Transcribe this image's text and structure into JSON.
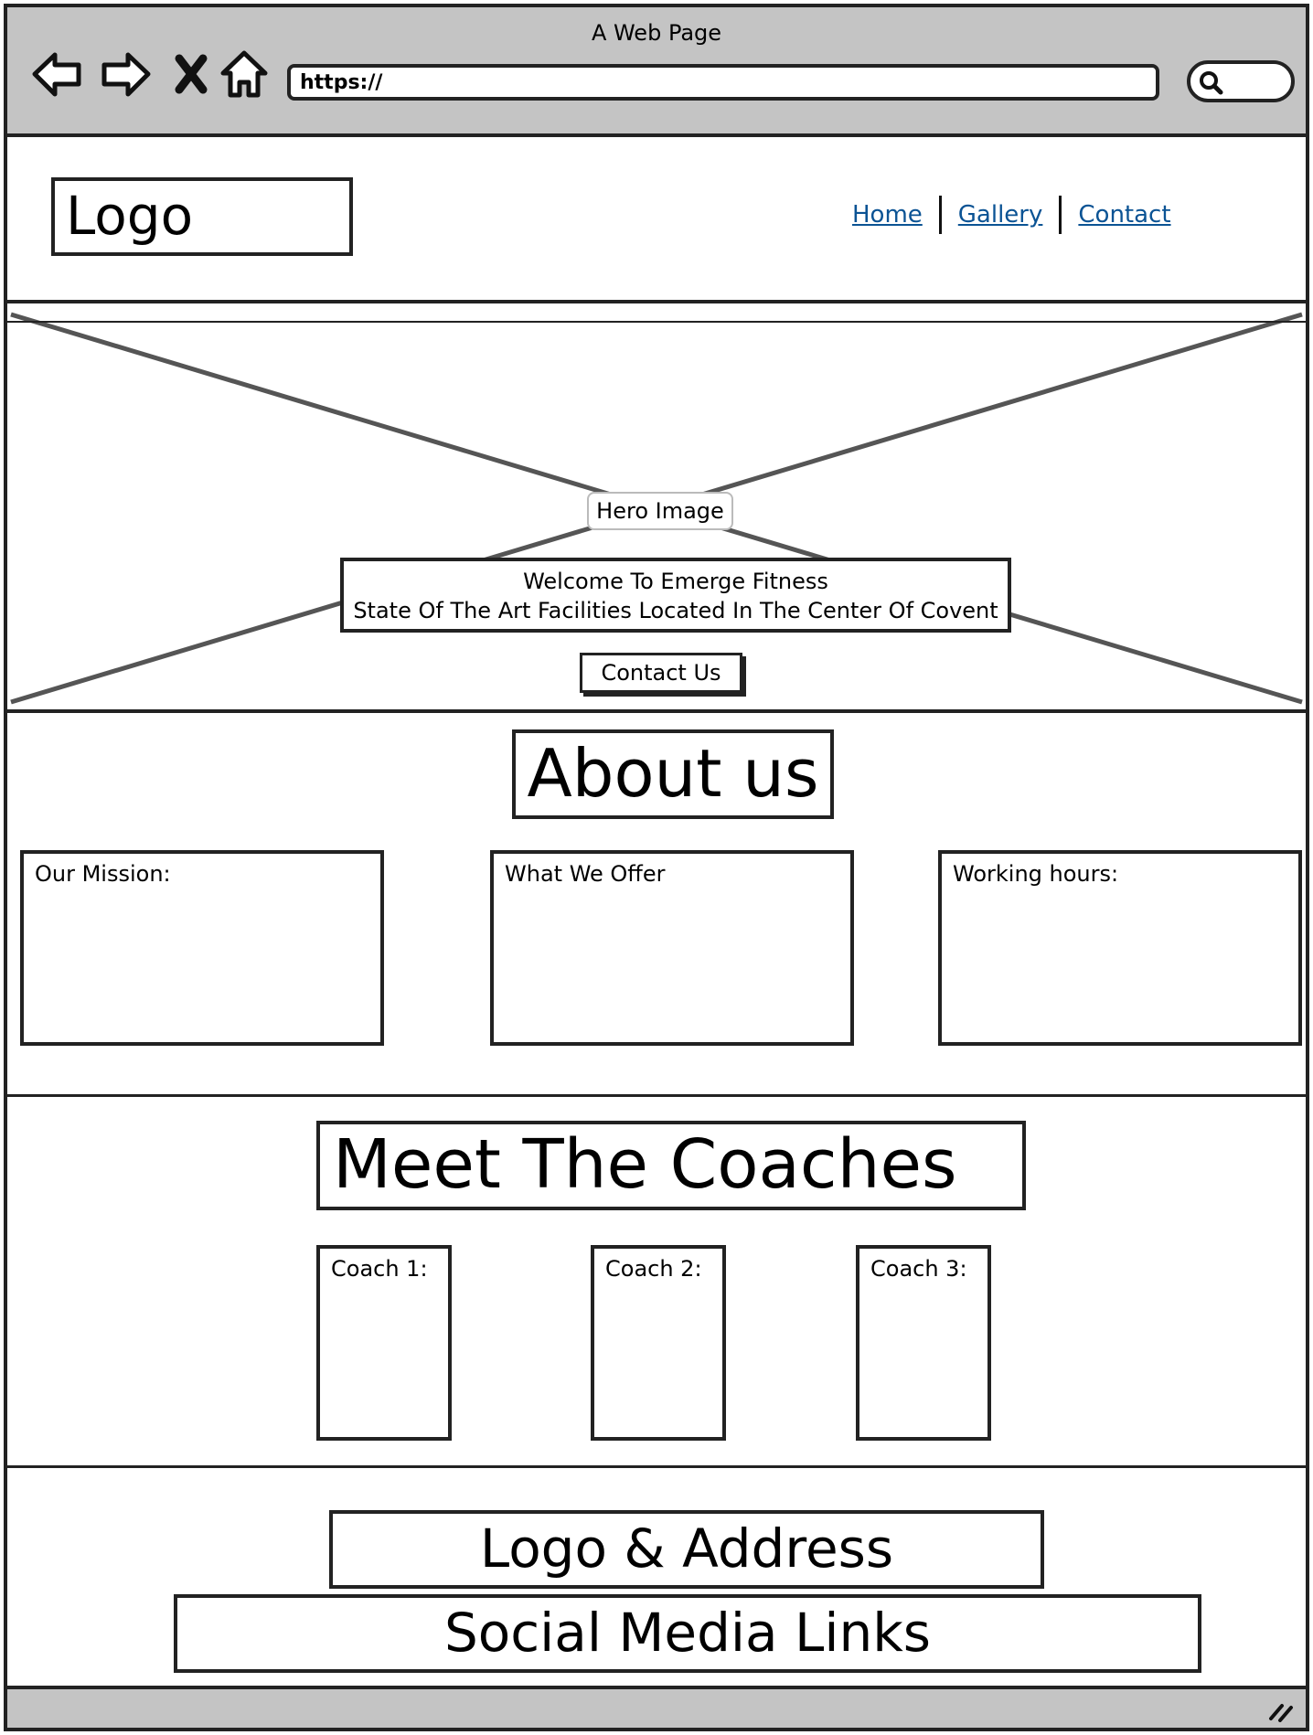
{
  "window": {
    "title": "A Web Page"
  },
  "browser": {
    "url": "https://"
  },
  "header": {
    "logo": "Logo",
    "nav": [
      {
        "label": "Home"
      },
      {
        "label": "Gallery"
      },
      {
        "label": "Contact"
      }
    ]
  },
  "hero": {
    "image_label": "Hero Image",
    "welcome_line1": "Welcome To Emerge Fitness",
    "welcome_line2": "State Of The Art Facilities Located In The Center Of Covent",
    "contact_button": "Contact Us"
  },
  "about": {
    "title": "About us",
    "boxes": [
      {
        "label": "Our Mission:"
      },
      {
        "label": "What We Offer"
      },
      {
        "label": "Working hours:"
      }
    ]
  },
  "coaches": {
    "title": "Meet The Coaches",
    "cards": [
      {
        "label": "Coach 1:"
      },
      {
        "label": "Coach 2:"
      },
      {
        "label": "Coach 3:"
      }
    ]
  },
  "footer": {
    "logo_address": "Logo & Address",
    "social_links": "Social Media Links"
  },
  "colors": {
    "link": "#0b5394",
    "chrome": "#c4c4c4",
    "stroke": "#222222"
  }
}
